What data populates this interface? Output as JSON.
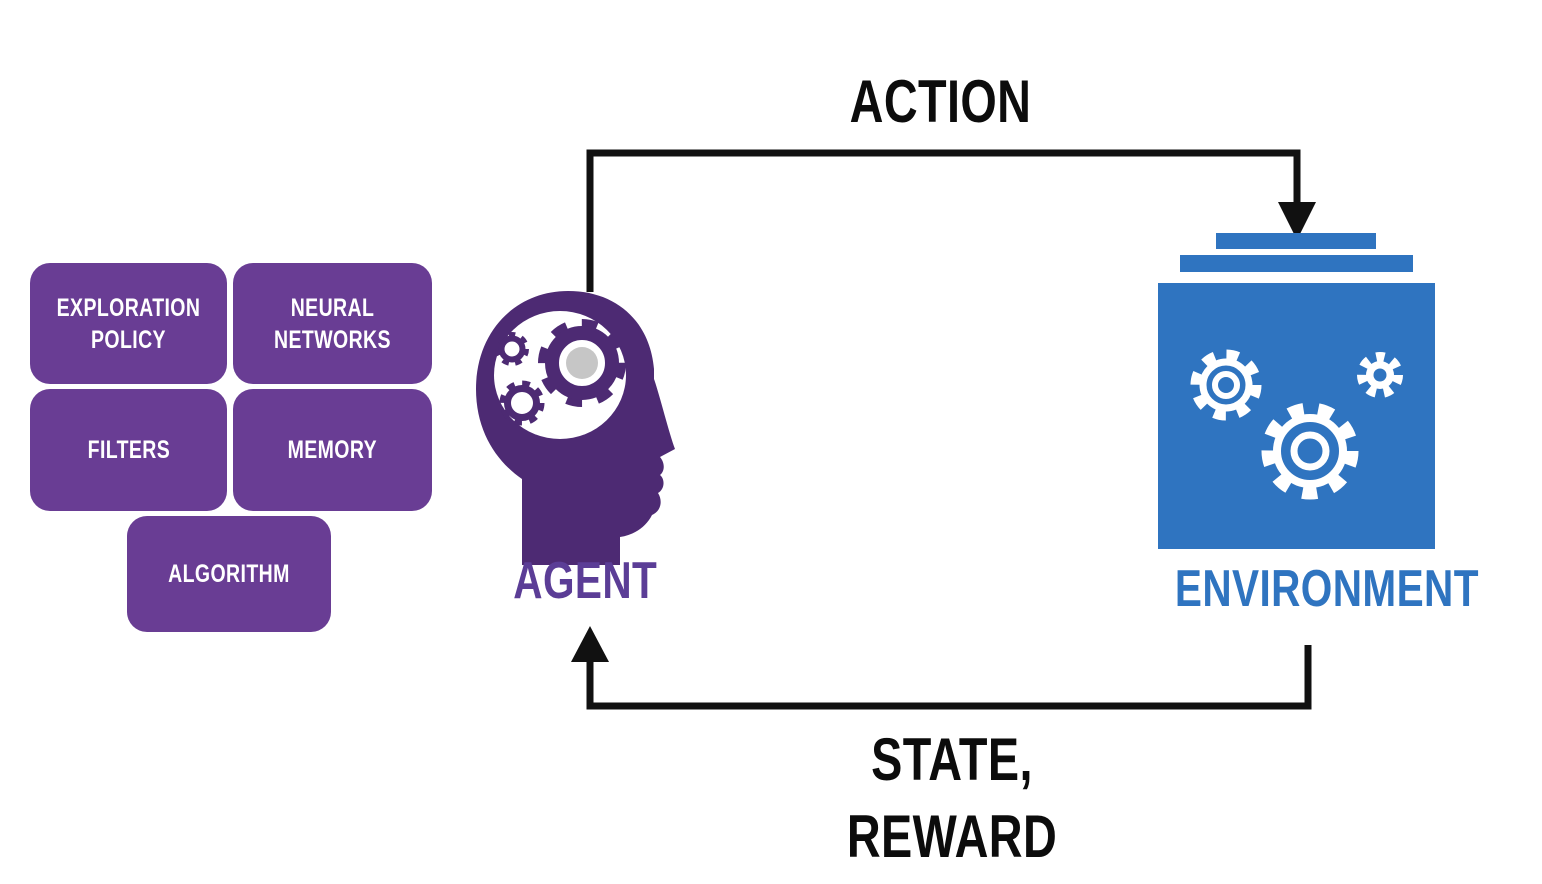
{
  "diagram": {
    "labels": {
      "action": "ACTION",
      "state_reward": "STATE, REWARD",
      "agent": "AGENT",
      "environment": "ENVIRONMENT"
    },
    "agent_components": [
      {
        "label": "EXPLORATION POLICY"
      },
      {
        "label": "NEURAL NETWORKS"
      },
      {
        "label": "FILTERS"
      },
      {
        "label": "MEMORY"
      },
      {
        "label": "ALGORITHM"
      }
    ],
    "icons": {
      "agent": "head-with-gears-icon",
      "environment": "server-with-gears-icon"
    },
    "colors": {
      "box_purple": "#693d94",
      "head_purple": "#4d2a73",
      "agent_label_purple": "#5b3d96",
      "environment_blue": "#2f74c0",
      "arrow_black": "#111111",
      "gear_gray": "#c6c6c6",
      "text_white": "#ffffff"
    }
  }
}
